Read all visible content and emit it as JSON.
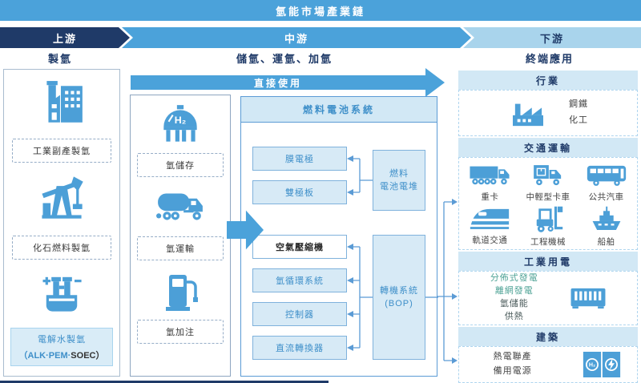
{
  "title": "氫能市場產業鏈",
  "stages": {
    "upstream": "上游",
    "midstream": "中游",
    "downstream": "下游"
  },
  "columns": {
    "production": "製氫",
    "midstream": "儲氫、運氫、加氫",
    "end_use": "終端應用"
  },
  "production": {
    "industrial_byproduct": "工業副產製氫",
    "fossil_fuel": "化石燃料製氫",
    "electrolysis": "電解水製氫",
    "electrolysis_tech_blue": "（ALK·PEM·",
    "electrolysis_tech_dark": "SOEC）"
  },
  "midstream": {
    "direct_use": "直接使用",
    "storage": "氫儲存",
    "transport": "氫運輸",
    "refueling": "氫加注"
  },
  "fuel_cell": {
    "title": "燃料電池系統",
    "membrane_electrode": "膜電極",
    "bipolar_plate": "雙極板",
    "stack_line1": "燃料",
    "stack_line2": "電池電堆",
    "air_compressor": "空氣壓縮機",
    "h2_circulation": "氫循環系統",
    "controller": "控制器",
    "dc_converter": "直流轉換器",
    "bop_line1": "轉機系統",
    "bop_line2": "(BOP)"
  },
  "end_use": {
    "industry": {
      "title": "行業",
      "items": [
        "鋼鐵",
        "化工"
      ]
    },
    "transportation": {
      "title": "交通運輸",
      "items": [
        "重卡",
        "中輕型卡車",
        "公共汽車",
        "軌道交通",
        "工程機械",
        "船舶"
      ]
    },
    "industrial_power": {
      "title": "工業用電",
      "highlight_items": [
        "分佈式發電",
        "離網發電"
      ],
      "items": [
        "氫儲能",
        "供熱"
      ]
    },
    "building": {
      "title": "建築",
      "items": [
        "熱電聯產",
        "備用電源"
      ]
    }
  },
  "icons": {
    "production": [
      "factory-icon",
      "oil-pumpjack-icon",
      "electrolyzer-icon"
    ],
    "midstream": [
      "h2-storage-tank-icon",
      "tanker-truck-icon",
      "fuel-dispenser-icon"
    ],
    "end_use": [
      "factory-sawtooth-icon",
      "heavy-truck-icon",
      "box-truck-icon",
      "bus-icon",
      "train-icon",
      "forklift-icon",
      "ship-icon",
      "generator-icon",
      "chp-h2-power-icon"
    ]
  },
  "colors": {
    "navy": "#1F3A68",
    "blue": "#4BA2DA",
    "light_blue": "#A9D4EC",
    "panel_blue": "#D2E8F5",
    "icon_blue": "#4C9FD7",
    "teal": "#4FA396"
  }
}
